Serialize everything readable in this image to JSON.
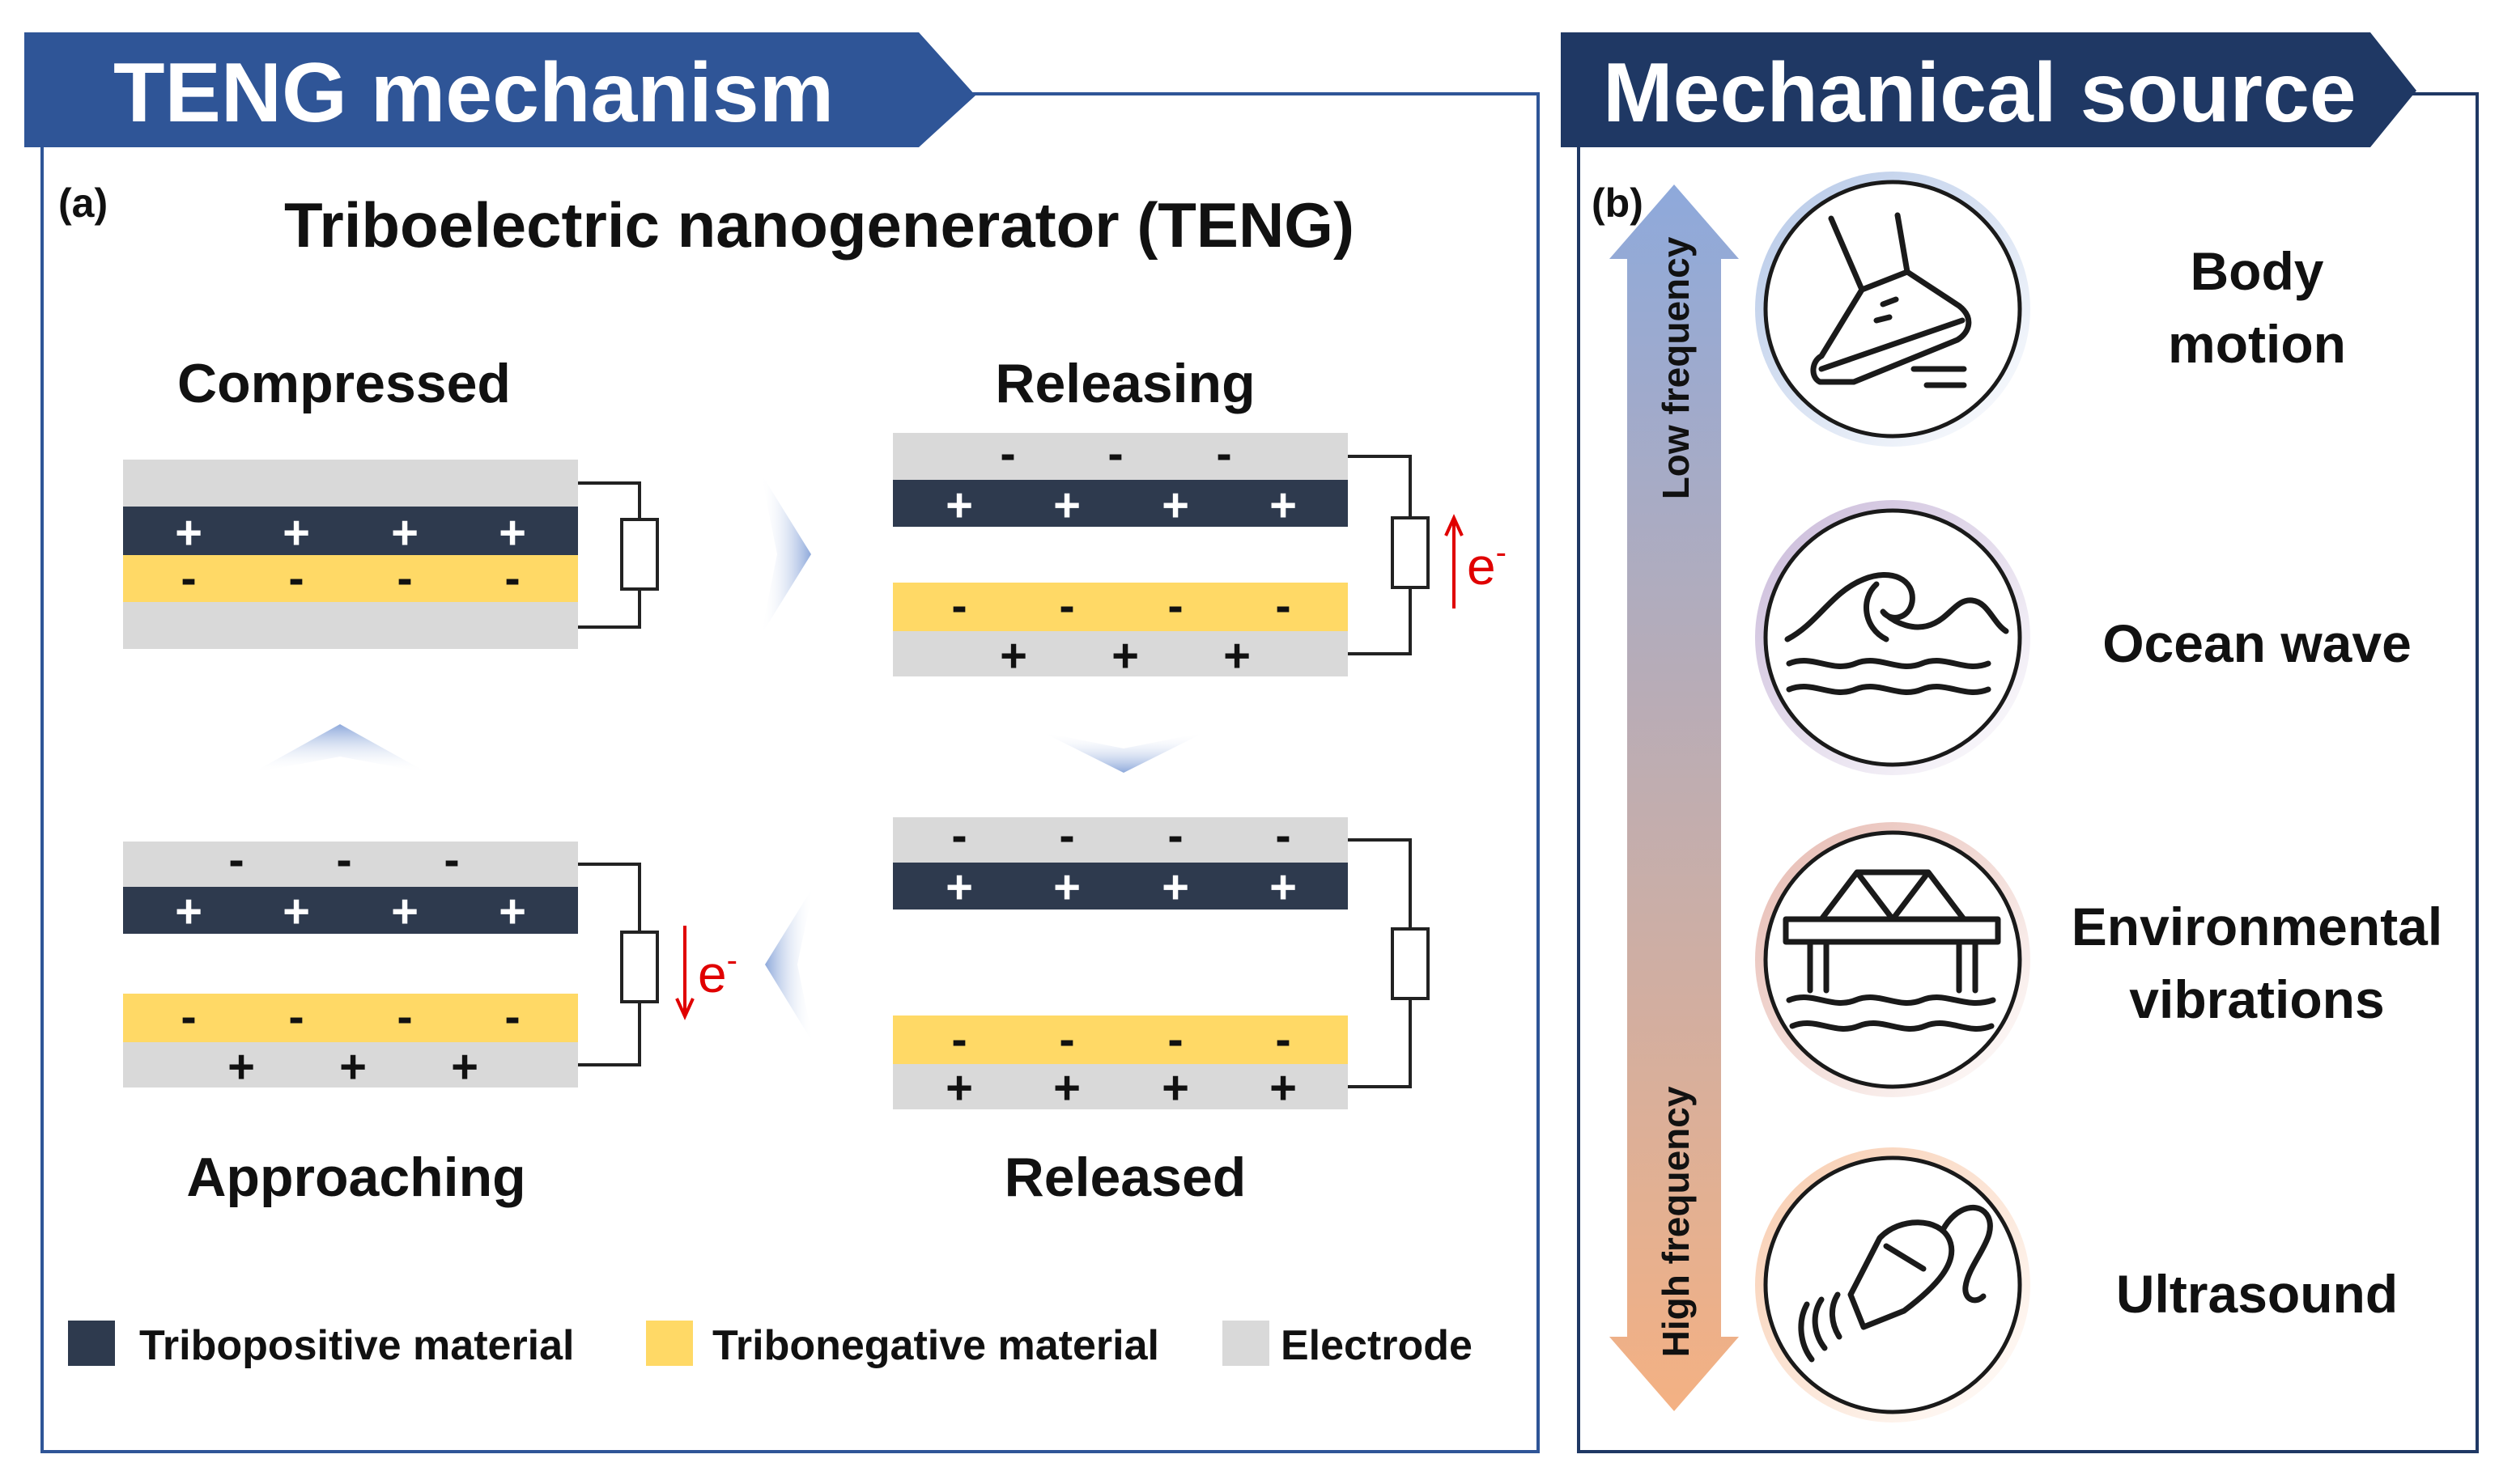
{
  "colors": {
    "banner_left": "#2F5597",
    "banner_right": "#1F3864",
    "tribopositive": "#2E3A4E",
    "tribonegative": "#FFD966",
    "electrode": "#D9D9D9",
    "electron_arrow": "#E00000",
    "low_frequency": "#8EA9DB",
    "high_frequency": "#F4B183"
  },
  "left_panel": {
    "banner": "TENG mechanism",
    "label": "(a)",
    "title": "Triboelectric nanogenerator (TENG)",
    "states": {
      "compressed": "Compressed",
      "releasing": "Releasing",
      "released": "Released",
      "approaching": "Approaching"
    },
    "symbols": {
      "plus": "+",
      "minus": "-",
      "electron": "e",
      "electron_superscript": "-"
    },
    "legend": [
      {
        "label": "Tribopositive material",
        "color": "#2E3A4E"
      },
      {
        "label": "Tribonegative material",
        "color": "#FFD966"
      },
      {
        "label": "Electrode",
        "color": "#D9D9D9"
      }
    ]
  },
  "right_panel": {
    "banner": "Mechanical source",
    "label": "(b)",
    "frequency_axis": {
      "low": "Low frequency",
      "high": "High frequency"
    },
    "sources": [
      {
        "line1": "Body",
        "line2": "motion",
        "icon": "shoe-icon"
      },
      {
        "line1": "Ocean wave",
        "line2": "",
        "icon": "wave-icon"
      },
      {
        "line1": "Environmental",
        "line2": "vibrations",
        "icon": "bridge-icon"
      },
      {
        "line1": "Ultrasound",
        "line2": "",
        "icon": "ultrasound-probe-icon"
      }
    ]
  }
}
